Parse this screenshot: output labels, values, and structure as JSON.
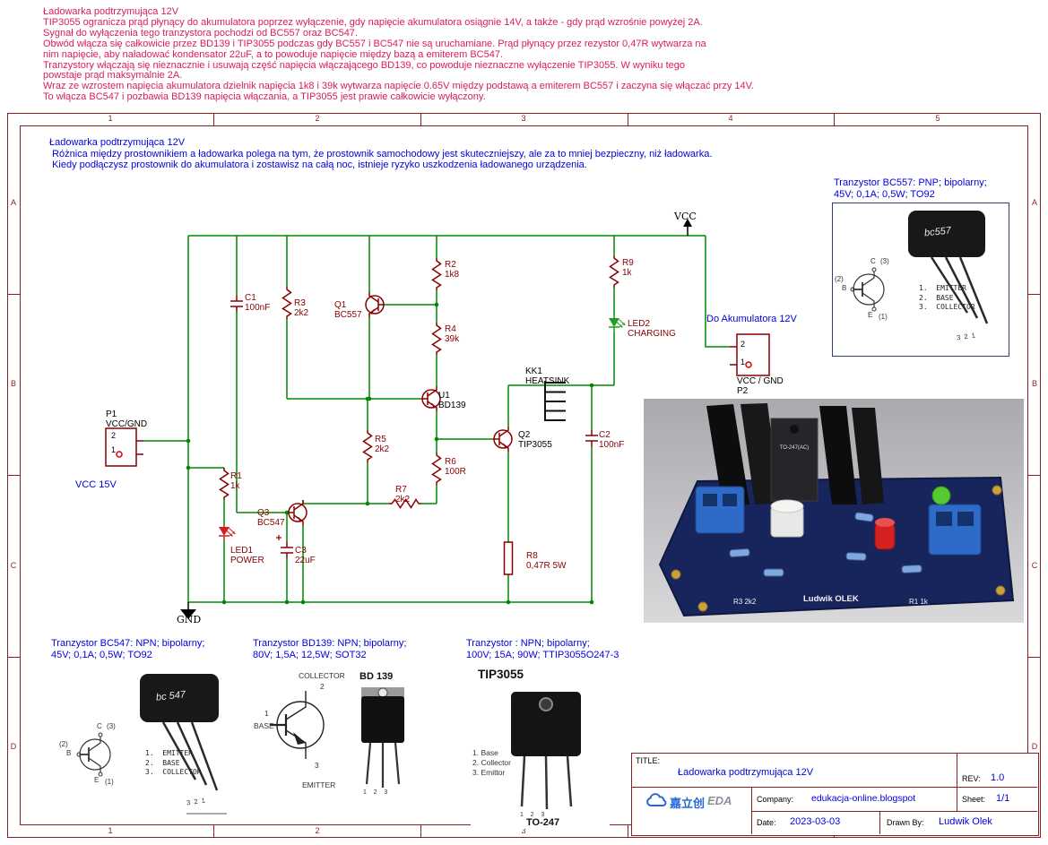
{
  "colors": {
    "pink": "#d81b60",
    "blue": "#0000e0",
    "frame": "#8a1f1f",
    "wire": "#008800",
    "sym": "#880000"
  },
  "top_notes": "Ładowarka podtrzymująca 12V\nTIP3055 ogranicza prąd płynący do akumulatora poprzez wyłączenie, gdy napięcie akumulatora osiągnie 14V, a także - gdy prąd wzrośnie powyżej 2A.\nSygnał do wyłączenia tego tranzystora pochodzi od BC557 oraz BC547.\nObwód włącza się całkowicie przez BD139 i TIP3055 podczas gdy BC557 i BC547 nie są uruchamiane. Prąd płynący przez rezystor 0,47R wytwarza na\nnim napięcie, aby naładować kondensator 22uF, a to powoduje napięcie między bazą a emiterem BC547.\nTranzystory włączają się nieznacznie i usuwają część napięcia włączającego BD139, co powoduje nieznaczne wyłączenie TIP3055. W wyniku tego\npowstaje prąd maksymalnie 2A.\nWraz ze wzrostem napięcia akumulatora dzielnik napięcia 1k8 i 39k wytwarza napięcie 0.65V między podstawą a emiterem BC557 i zaczyna się włączać przy 14V.\nTo włącza BC547 i pozbawia BD139 napięcia włączania, a TIP3055 jest prawie całkowicie wyłączony.",
  "sheet_desc": "Ładowarka podtrzymująca 12V\n Różnica między prostownikiem a ładowarka polega na tym, że prostownik samochodowy jest skuteczniejszy, ale za to mniej bezpieczny, niż ładowarka.\n Kiedy podłączysz prostownik do akumulatora i zostawisz na całą noc, istnieje ryzyko uszkodzenia ładowanego urządzenia.",
  "frame": {
    "cols": [
      "1",
      "2",
      "3",
      "4",
      "5"
    ],
    "rows": [
      "A",
      "B",
      "C",
      "D"
    ]
  },
  "sch": {
    "vcc": "VCC",
    "gnd": "GND",
    "r1": "R1\n1k",
    "r2": "R2\n1k8",
    "r3": "R3\n2k2",
    "r4": "R4\n39k",
    "r5": "R5\n2k2",
    "r6": "R6\n100R",
    "r7": "R7\n2k2",
    "r8": "R8\n0,47R 5W",
    "r9": "R9\n1k",
    "c1": "C1\n100nF",
    "c2": "C2\n100nF",
    "c3": "C3\n22uF",
    "q1": "Q1\nBC557",
    "q2": "Q2\nTIP3055",
    "q3": "Q3\nBC547",
    "u1": "U1\nBD139",
    "led1": "LED1\nPOWER",
    "led2": "LED2\nCHARGING",
    "kk1": "KK1\nHEATSINK",
    "p1": "P1\nVCC/GND",
    "p2": "VCC / GND\nP2",
    "p1_pin2": "2",
    "p1_pin1": "1",
    "p2_pin2": "2",
    "p2_pin1": "1",
    "net_vcc15": "VCC 15V",
    "net_akum": "Do Akumulatora 12V"
  },
  "fig_bc557": {
    "caption": "Tranzystor BC557: PNP; bipolarny;\n45V; 0,1A; 0,5W; TO92",
    "pkg": "bc557",
    "c": "C",
    "cn": "(3)",
    "b": "B",
    "bn": "(2)",
    "e": "E",
    "en": "(1)",
    "legend": "1.  EMITTER\n2.  BASE\n3.  COLLECTOR",
    "legs": "3  2  1"
  },
  "fig_bc547": {
    "caption": "Tranzystor BC547: NPN; bipolarny;\n45V; 0,1A; 0,5W; TO92",
    "pkg": "bc 547",
    "c": "C",
    "cn": "(3)",
    "b": "B",
    "bn": "(2)",
    "e": "E",
    "en": "(1)",
    "legend": "1.  EMITTER\n2.  BASE\n3.  COLLECTOR",
    "legs": "3  2  1"
  },
  "fig_bd139": {
    "caption": "Tranzystor BD139: NPN; bipolarny;\n80V; 1,5A; 12,5W; SOT32",
    "title": "BD 139",
    "collector": "COLLECTOR",
    "base": "BASE",
    "emitter": "EMITTER",
    "n1": "1",
    "n2": "2",
    "n3": "3",
    "legs": "1    2    3"
  },
  "fig_tip3055": {
    "caption": "Tranzystor : NPN; bipolarny;\n100V; 15A; 90W; TTIP3055O247-3",
    "title": "TIP3055",
    "legend": "1. Base\n2. Collector\n3. Emittor",
    "pkg_label": "TO-247",
    "legs": "1    2    3"
  },
  "pcb": {
    "pkg": "TO-247(AC)",
    "silk_r3": "R3 2k2",
    "silk_name": "Ludwik OLEK",
    "silk_r1": "R1 1k"
  },
  "title_block": {
    "title_label": "TITLE:",
    "title": "Ładowarka podtrzymująca 12V",
    "rev_label": "REV:",
    "rev": "1.0",
    "company_label": "Company:",
    "company": "edukacja-online.blogspot",
    "sheet_label": "Sheet:",
    "sheet": "1/1",
    "date_label": "Date:",
    "date": "2023-03-03",
    "drawn_label": "Drawn By:",
    "drawn": "Ludwik Olek",
    "logo_cn": "嘉立创",
    "logo_en": "EDA"
  }
}
